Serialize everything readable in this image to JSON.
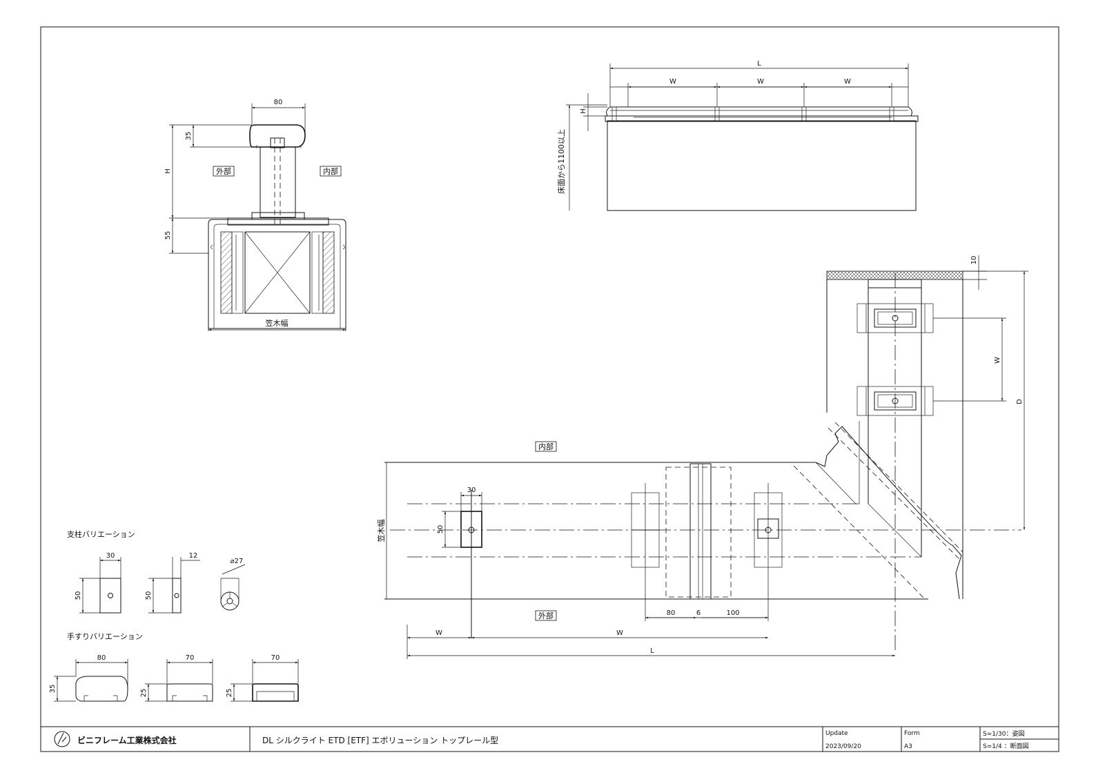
{
  "section_view": {
    "dim_top_width": "80",
    "dim_rail_height": "35",
    "dim_height": "H",
    "dim_base_height": "55",
    "label_outside": "外部",
    "label_inside": "内部",
    "dim_coping_width": "笠木幅"
  },
  "elevation_view": {
    "dim_total_length": "L",
    "dim_span_1": "W",
    "dim_span_2": "W",
    "dim_span_3": "W",
    "dim_height": "H",
    "dim_floor_note": "床面から1100以上"
  },
  "plan_view": {
    "label_inside": "内部",
    "label_outside": "外部",
    "dim_coping_width": "笠木幅",
    "dim_post_width": "30",
    "dim_post_depth": "50",
    "dim_80": "80",
    "dim_6": "6",
    "dim_100": "100",
    "dim_w_left": "W",
    "dim_w_mid": "W",
    "dim_total_length": "L",
    "dim_10": "10",
    "dim_w_right": "W",
    "dim_depth": "D"
  },
  "post_variations": {
    "title": "支柱バリエーション",
    "rect_width": "30",
    "rect_height": "50",
    "flat_width": "12",
    "flat_height": "50",
    "round_diameter": "⌀27"
  },
  "rail_variations": {
    "title": "手すりバリエーション",
    "rail1_width": "80",
    "rail1_height": "35",
    "rail2_width": "70",
    "rail2_height": "25",
    "rail3_width": "70",
    "rail3_height": "25"
  },
  "title_block": {
    "company_name": "ビニフレーム工業株式会社",
    "product_title": "DL シルクライト ETD [ETF]  エボリューション トップレール型",
    "update_label": "Update",
    "update_date": "2023/09/20",
    "form_label": "Form",
    "form_value": "A3",
    "scale_1": "S=1/30：姿図",
    "scale_2": "S=1/4 ：断面図"
  }
}
